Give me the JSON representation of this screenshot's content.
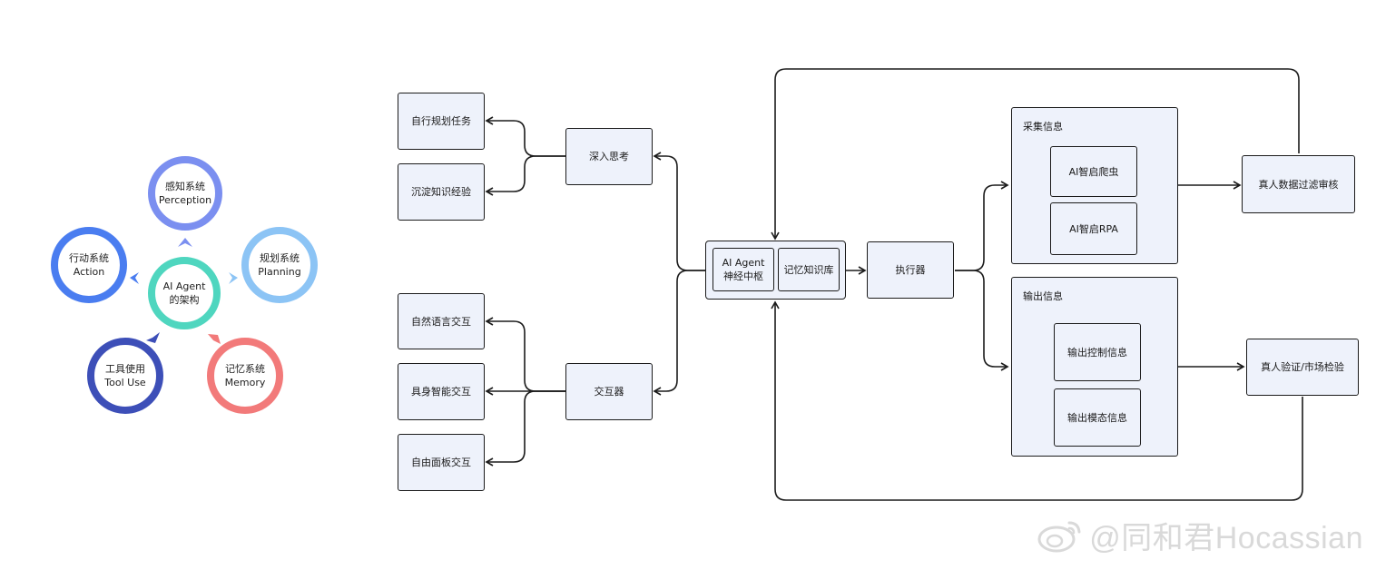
{
  "architecture": {
    "center": {
      "line1": "AI Agent",
      "line2": "的架构"
    },
    "perception": {
      "cn": "感知系统",
      "en": "Perception",
      "color": "#7b8ff0"
    },
    "planning": {
      "cn": "规划系统",
      "en": "Planning",
      "color": "#8cc4f5"
    },
    "memory": {
      "cn": "记忆系统",
      "en": "Memory",
      "color": "#f27a7a"
    },
    "tooluse": {
      "cn": "工具使用",
      "en": "Tool Use",
      "color": "#3d4fb8"
    },
    "action": {
      "cn": "行动系统",
      "en": "Action",
      "color": "#4a7df0"
    },
    "center_color": "#4fd6bf"
  },
  "flow": {
    "thinking": {
      "label": "深入思考",
      "outputs": [
        "自行规划任务",
        "沉淀知识经验"
      ]
    },
    "interaction": {
      "label": "交互器",
      "outputs": [
        "自然语言交互",
        "具身智能交互",
        "自由面板交互"
      ]
    },
    "hub": {
      "core_line1": "AI Agent",
      "core_line2": "神经中枢",
      "memory": "记忆知识库"
    },
    "executor": "执行器",
    "collect": {
      "title": "采集信息",
      "items": [
        "AI智启爬虫",
        "AI智启RPA"
      ]
    },
    "output": {
      "title": "输出信息",
      "items": [
        "输出控制信息",
        "输出模态信息"
      ]
    },
    "review": "真人数据过滤审核",
    "verify": "真人验证/市场检验"
  },
  "watermark": "@同和君Hocassian"
}
